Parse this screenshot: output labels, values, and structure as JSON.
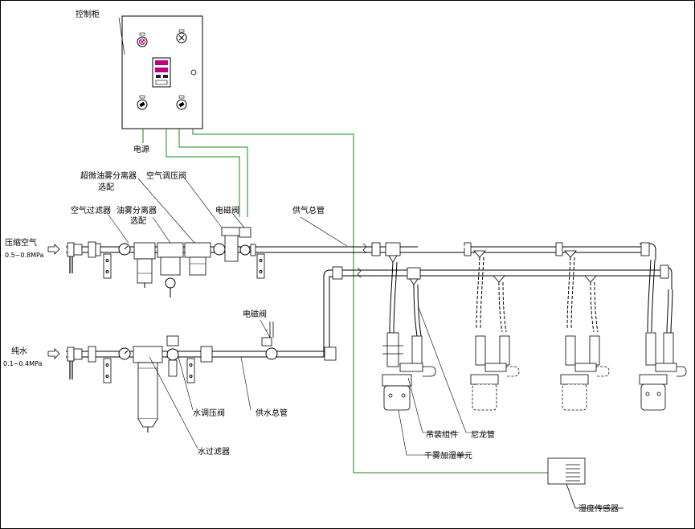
{
  "labels": {
    "control_cabinet": "控制柜",
    "power": "电源",
    "ultra_oil_mist_separator": "超微油雾分离器",
    "optional_1": "选配",
    "air_regulator": "空气调压阀",
    "air_filter": "空气过滤器",
    "oil_mist_separator": "油雾分离器",
    "optional_2": "选配",
    "solenoid_valve_air": "电磁阀",
    "air_main_pipe": "供气总管",
    "compressed_air": "压缩空气",
    "air_pressure": "0.5~0.8MPa",
    "pure_water": "纯水",
    "water_pressure": "0.1~0.4MPa",
    "solenoid_valve_water": "电磁阀",
    "water_regulator": "水调压阀",
    "water_main_pipe": "供水总管",
    "water_filter": "水过滤器",
    "hanging_assembly": "吊装组件",
    "nylon_tube": "尼龙管",
    "dry_fog_unit": "干雾加湿单元",
    "humidity_sensor": "湿度传感器"
  },
  "colors": {
    "line": "#000000",
    "signal_wire": "#1a8a1a",
    "indicator": "#c0007a"
  },
  "icons": [
    "indicator-lamp-icon",
    "selector-switch-icon",
    "digital-display-icon",
    "arrow-right-icon",
    "pressure-gauge-icon"
  ]
}
